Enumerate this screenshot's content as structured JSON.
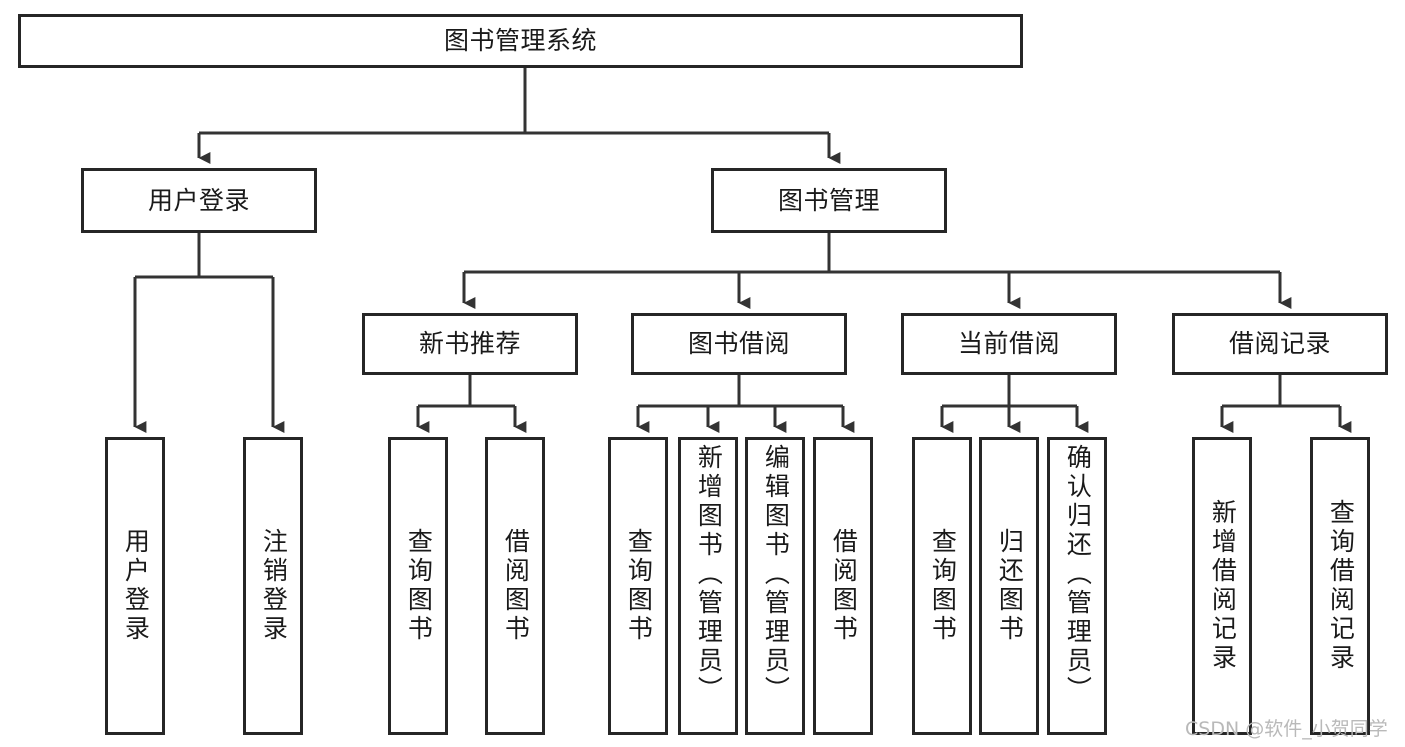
{
  "diagram": {
    "title": "图书管理系统",
    "watermark": "CSDN @软件_小贺同学",
    "colors": {
      "box_border": "#262626",
      "box_fill": "#ffffff",
      "text": "#1a1a1a",
      "connector": "#333333",
      "watermark": "#b9b9b9",
      "background": "#ffffff"
    },
    "levels": {
      "root": "图书管理系统",
      "level2": [
        "用户登录",
        "图书管理"
      ],
      "level3": [
        "新书推荐",
        "图书借阅",
        "当前借阅",
        "借阅记录"
      ]
    },
    "nodes": {
      "root": {
        "label": "图书管理系统"
      },
      "user_login": {
        "label": "用户登录"
      },
      "book_manage": {
        "label": "图书管理"
      },
      "new_book_rec": {
        "label": "新书推荐"
      },
      "book_borrow": {
        "label": "图书借阅"
      },
      "current_borrow": {
        "label": "当前借阅"
      },
      "borrow_record": {
        "label": "借阅记录"
      },
      "leaf_user_login": {
        "label": "用户登录"
      },
      "leaf_user_logout": {
        "label": "注销登录"
      },
      "leaf_query_book_1": {
        "label": "查询图书"
      },
      "leaf_borrow_book_1": {
        "label": "借阅图书"
      },
      "leaf_query_book_2": {
        "label": "查询图书"
      },
      "leaf_add_book_admin": {
        "label": "新增图书（管理员）"
      },
      "leaf_edit_book_admin": {
        "label": "编辑图书（管理员）"
      },
      "leaf_borrow_book_2": {
        "label": "借阅图书"
      },
      "leaf_query_book_3": {
        "label": "查询图书"
      },
      "leaf_return_book": {
        "label": "归还图书"
      },
      "leaf_confirm_return_admin": {
        "label": "确认归还（管理员）"
      },
      "leaf_add_borrow_record": {
        "label": "新增借阅记录"
      },
      "leaf_query_borrow_record": {
        "label": "查询借阅记录"
      }
    }
  }
}
